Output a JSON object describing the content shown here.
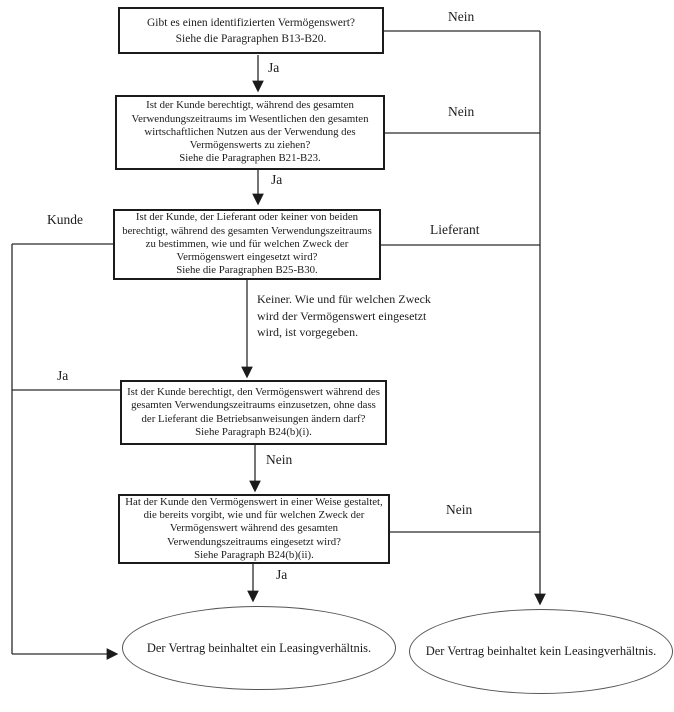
{
  "flowchart": {
    "questions": {
      "q1": "Gibt es einen identifizierten Vermögenswert?\nSiehe die Paragraphen B13-B20.",
      "q2": "Ist der Kunde berechtigt, während des gesamten\nVerwendungszeitraums im Wesentlichen den gesamten\nwirtschaftlichen Nutzen aus der Verwendung des\nVermögenswerts zu ziehen?\nSiehe die Paragraphen B21-B23.",
      "q3": "Ist der Kunde, der Lieferant oder keiner von beiden\nberechtigt, während des gesamten Verwendungszeitraums\nzu bestimmen, wie und für welchen Zweck der\nVermögenswert eingesetzt wird?\nSiehe die Paragraphen B25-B30.",
      "q4": "Ist der Kunde berechtigt, den Vermögenswert während des\ngesamten Verwendungszeitraums einzusetzen, ohne dass\nder Lieferant die Betriebsanweisungen ändern darf?\nSiehe Paragraph B24(b)(i).",
      "q5": "Hat der Kunde den Vermögenswert in einer Weise gestaltet,\ndie bereits vorgibt, wie und für welchen Zweck der\nVermögenswert während des gesamten\nVerwendungszeitraums eingesetzt wird?\nSiehe Paragraph B24(b)(ii)."
    },
    "annotation": "Keiner. Wie und für welchen Zweck\nwird der Vermögenswert eingesetzt\nwird, ist vorgegeben.",
    "results": {
      "lease": "Der Vertrag beinhaltet ein Leasingverhältnis.",
      "no_lease": "Der Vertrag beinhaltet kein Leasingverhältnis."
    },
    "edge_labels": {
      "ja_q1": "Ja",
      "nein_q1": "Nein",
      "ja_q2": "Ja",
      "nein_q2": "Nein",
      "kunde_q3": "Kunde",
      "lieferant_q3": "Lieferant",
      "ja_q4": "Ja",
      "nein_q4": "Nein",
      "nein_q5": "Nein",
      "ja_q5": "Ja"
    },
    "colors": {
      "background": "#ffffff",
      "line": "#2b2b2b",
      "box_border": "#1b1b1b",
      "text": "#1c1c1c"
    }
  }
}
